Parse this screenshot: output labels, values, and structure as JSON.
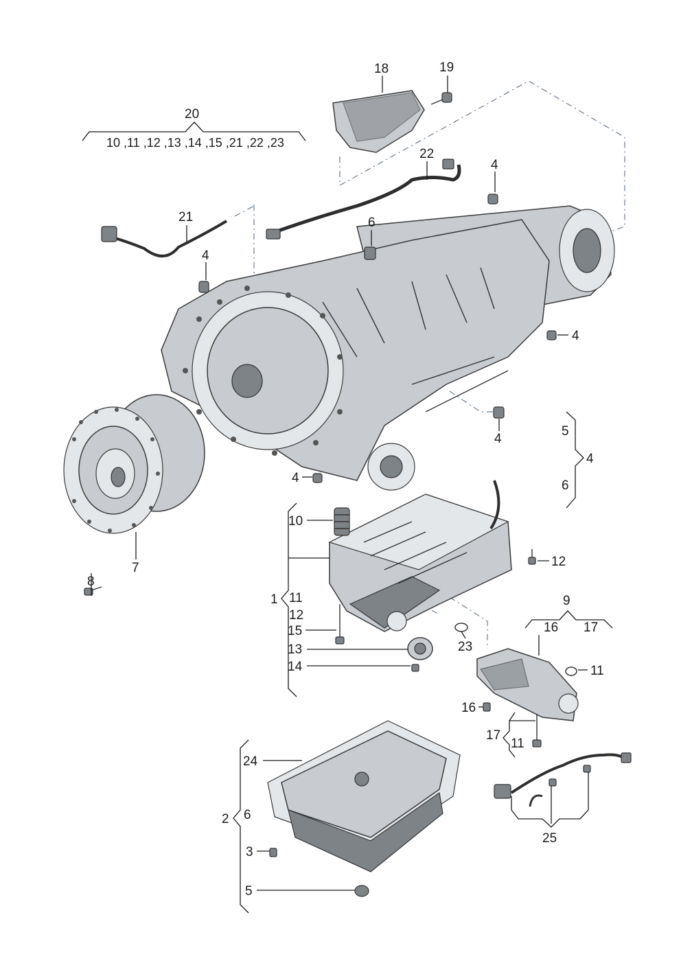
{
  "labels": {
    "l20": "20",
    "l20_list": "10 ,11 ,12 ,13 ,14 ,15 ,21 ,22 ,23",
    "l18": "18",
    "l19": "19",
    "l22": "22",
    "l4a": "4",
    "l21": "21",
    "l6a": "6",
    "l4b": "4",
    "l4c": "4",
    "l4d": "4",
    "l5a": "5",
    "l4e": "4",
    "l6b": "6",
    "l4f": "4",
    "l10": "10",
    "l8": "8",
    "l7": "7",
    "l12a": "12",
    "l1": "1",
    "l11a": "11",
    "l12b": "12",
    "l15": "15",
    "l13": "13",
    "l14": "14",
    "l23": "23",
    "l9": "9",
    "l16a": "16",
    "l17a": "17",
    "l11b": "11",
    "l16b": "16",
    "l17b": "17",
    "l11c": "11",
    "l24": "24",
    "l2": "2",
    "l6c": "6",
    "l3": "3",
    "l5b": "5",
    "l25": "25"
  },
  "colors": {
    "text": "#1a1a1a",
    "part_fill": "#c8ccd0",
    "part_dark": "#7e8388",
    "dash_line": "#6a7a8a"
  }
}
